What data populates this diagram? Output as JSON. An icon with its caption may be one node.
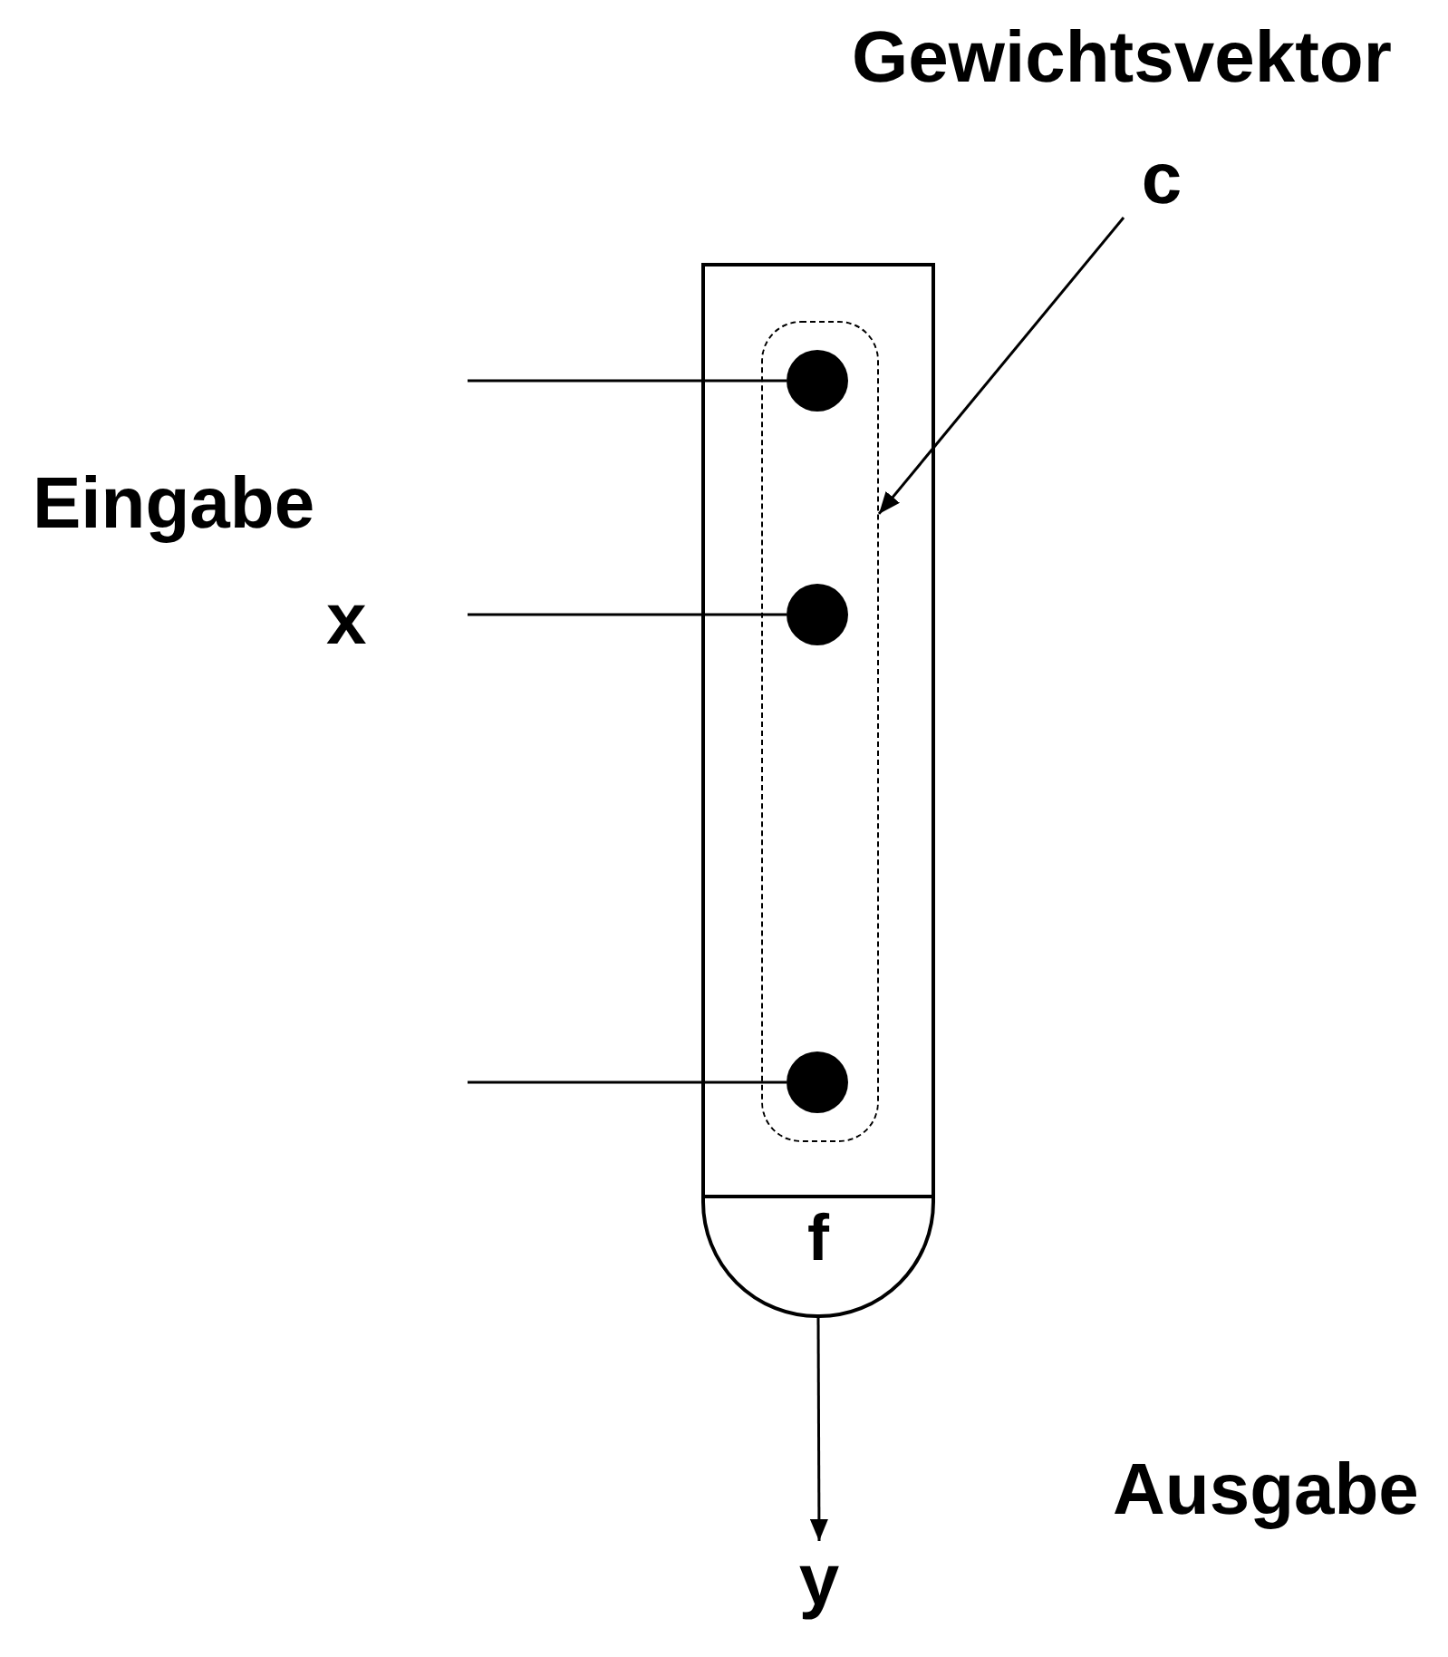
{
  "diagram": {
    "nodes": [
      {
        "text": [
          "c"
        ]
      },
      {
        "text": [],
        "shape": "box"
      },
      {
        "text": [],
        "shape": "box",
        "in": 1
      },
      {
        "text": [],
        "shape": "circle",
        "in": 2
      },
      {
        "text": [],
        "shape": "circle",
        "in": 2
      },
      {
        "text": [],
        "shape": "circle",
        "in": 2
      },
      {
        "text": [
          "f"
        ]
      },
      {
        "text": [
          "y"
        ]
      }
    ],
    "edges": [
      {
        "from": null,
        "to": 3,
        "arrow": "none"
      },
      {
        "from": null,
        "to": 4,
        "arrow": "none"
      },
      {
        "from": null,
        "to": 5,
        "arrow": "none"
      },
      {
        "from": 0,
        "to": 2,
        "arrow": "to"
      },
      {
        "from": 6,
        "to": 7,
        "arrow": "to"
      }
    ],
    "labels": [
      "Gewichtsvektor",
      "Eingabe",
      "x",
      "Ausgabe"
    ]
  }
}
